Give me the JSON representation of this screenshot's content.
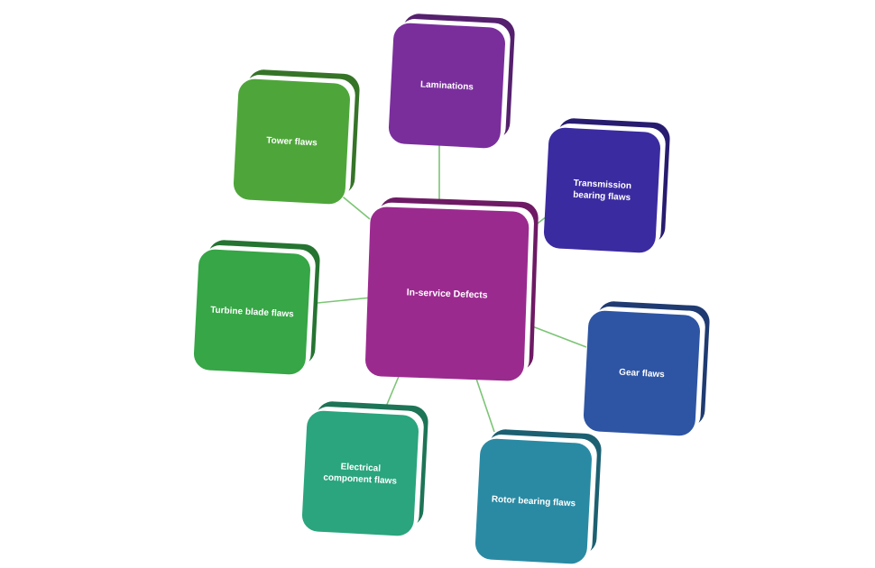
{
  "diagram": {
    "center": {
      "id": "center",
      "label": [
        "In-service Defects"
      ],
      "color": "#9b2a8f",
      "shade": "#6e1a64"
    },
    "nodes": [
      {
        "id": "laminations",
        "label": [
          "Laminations"
        ],
        "color": "#7a2e9c",
        "shade": "#55206d"
      },
      {
        "id": "transmission",
        "label": [
          "Transmission",
          "bearing flaws"
        ],
        "color": "#3b2ba0",
        "shade": "#271c70"
      },
      {
        "id": "gear",
        "label": [
          "Gear flaws"
        ],
        "color": "#2e55a3",
        "shade": "#1f3b72"
      },
      {
        "id": "rotor",
        "label": [
          "Rotor bearing flaws"
        ],
        "color": "#2a8aa3",
        "shade": "#1c6072"
      },
      {
        "id": "electrical",
        "label": [
          "Electrical",
          "component flaws"
        ],
        "color": "#2aa57d",
        "shade": "#1d7457"
      },
      {
        "id": "turbine",
        "label": [
          "Turbine blade flaws"
        ],
        "color": "#36a646",
        "shade": "#257431"
      },
      {
        "id": "tower",
        "label": [
          "Tower flaws"
        ],
        "color": "#4ea63a",
        "shade": "#367428"
      }
    ]
  }
}
